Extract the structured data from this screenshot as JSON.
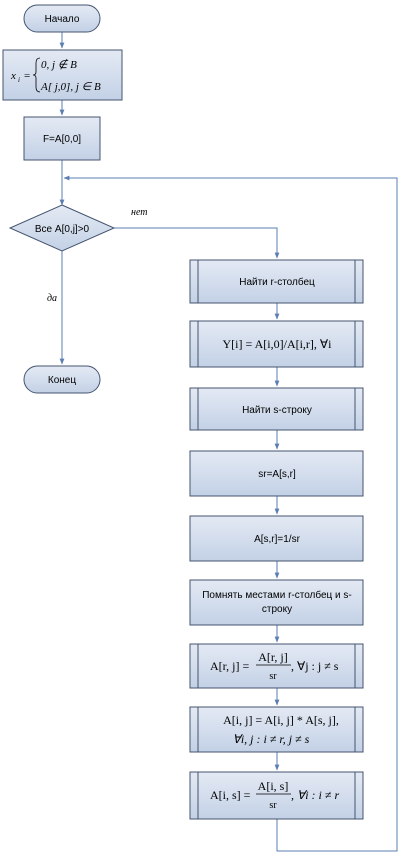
{
  "nodes": {
    "start": "Начало",
    "init_lhs": "x",
    "init_sub": "i",
    "init_case1": "0,  j ∉ B",
    "init_case2": "A[ j,0],  j ∈ B",
    "assign_f": "F=A[0,0]",
    "condition": "Все A[0,j]>0",
    "label_no": "нет",
    "label_yes": "да",
    "end": "Конец",
    "find_r": "Найти r-столбец",
    "y_formula": "Y[i] = A[i,0]/A[i,r], ∀i",
    "find_s": "Найти s-строку",
    "sr": "sr=A[s,r]",
    "asr": "A[s,r]=1/sr",
    "swap_line1": "Помнять местами r-столбец и s-",
    "swap_line2": "строку",
    "arj_lhs": "A[r, j] =",
    "arj_num": "A[r, j]",
    "arj_den": "sr",
    "arj_tail": ", ∀j : j ≠ s",
    "aij_line1": "A[i, j] = A[i, j] * A[s, j],",
    "aij_line2": "∀i, j : i ≠ r, j ≠ s",
    "ais_lhs": "A[i, s] =",
    "ais_num": "A[i, s]",
    "ais_den": "sr",
    "ais_tail": ", ∀i : i ≠ r"
  }
}
